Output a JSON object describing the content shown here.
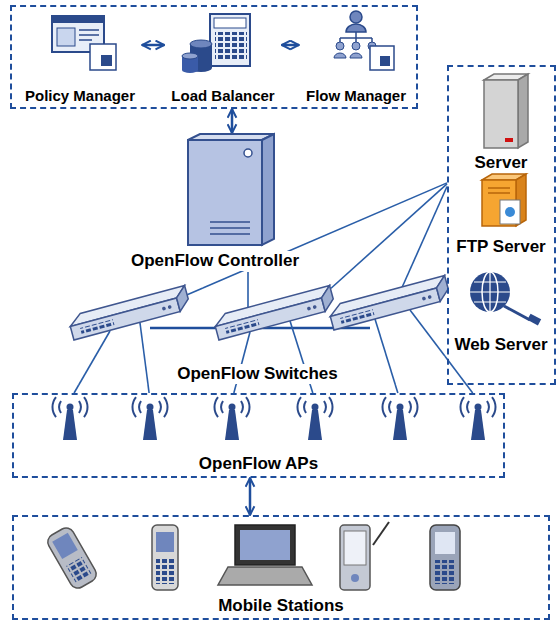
{
  "diagram": {
    "nodes": [
      {
        "text": []
      },
      {
        "text": [
          "Policy Manager"
        ],
        "in": 0
      },
      {
        "text": [
          "Load Balancer"
        ],
        "in": 0
      },
      {
        "text": [
          "Flow Manager"
        ],
        "in": 0
      },
      {
        "text": []
      },
      {
        "text": [
          "Server"
        ],
        "in": 4
      },
      {
        "text": [
          "FTP Server"
        ],
        "in": 4
      },
      {
        "text": [
          "Web Server"
        ],
        "in": 4
      },
      {
        "text": [
          "OpenFlow Controller"
        ]
      },
      {
        "text": [
          "OpenFlow Switches"
        ]
      },
      {
        "text": [
          "OpenFlow APs"
        ]
      },
      {
        "text": [
          "Mobile Stations"
        ]
      }
    ],
    "edges": [
      {
        "from": 1,
        "to": 2,
        "arrow": "both"
      },
      {
        "from": 2,
        "to": 3,
        "arrow": "both"
      },
      {
        "from": 0,
        "to": 8,
        "arrow": "both"
      },
      {
        "from": 8,
        "to": 9,
        "arrow": "none"
      },
      {
        "from": 9,
        "to": 4,
        "arrow": "none"
      },
      {
        "from": 9,
        "to": 4,
        "arrow": "none"
      },
      {
        "from": 9,
        "to": 4,
        "arrow": "none"
      },
      {
        "from": 9,
        "to": 10,
        "arrow": "none"
      },
      {
        "from": 9,
        "to": 10,
        "arrow": "none"
      },
      {
        "from": 9,
        "to": 10,
        "arrow": "none"
      },
      {
        "from": 9,
        "to": 10,
        "arrow": "none"
      },
      {
        "from": 9,
        "to": 10,
        "arrow": "none"
      },
      {
        "from": 9,
        "to": 10,
        "arrow": "none"
      },
      {
        "from": 10,
        "to": 11,
        "arrow": "both"
      }
    ]
  }
}
